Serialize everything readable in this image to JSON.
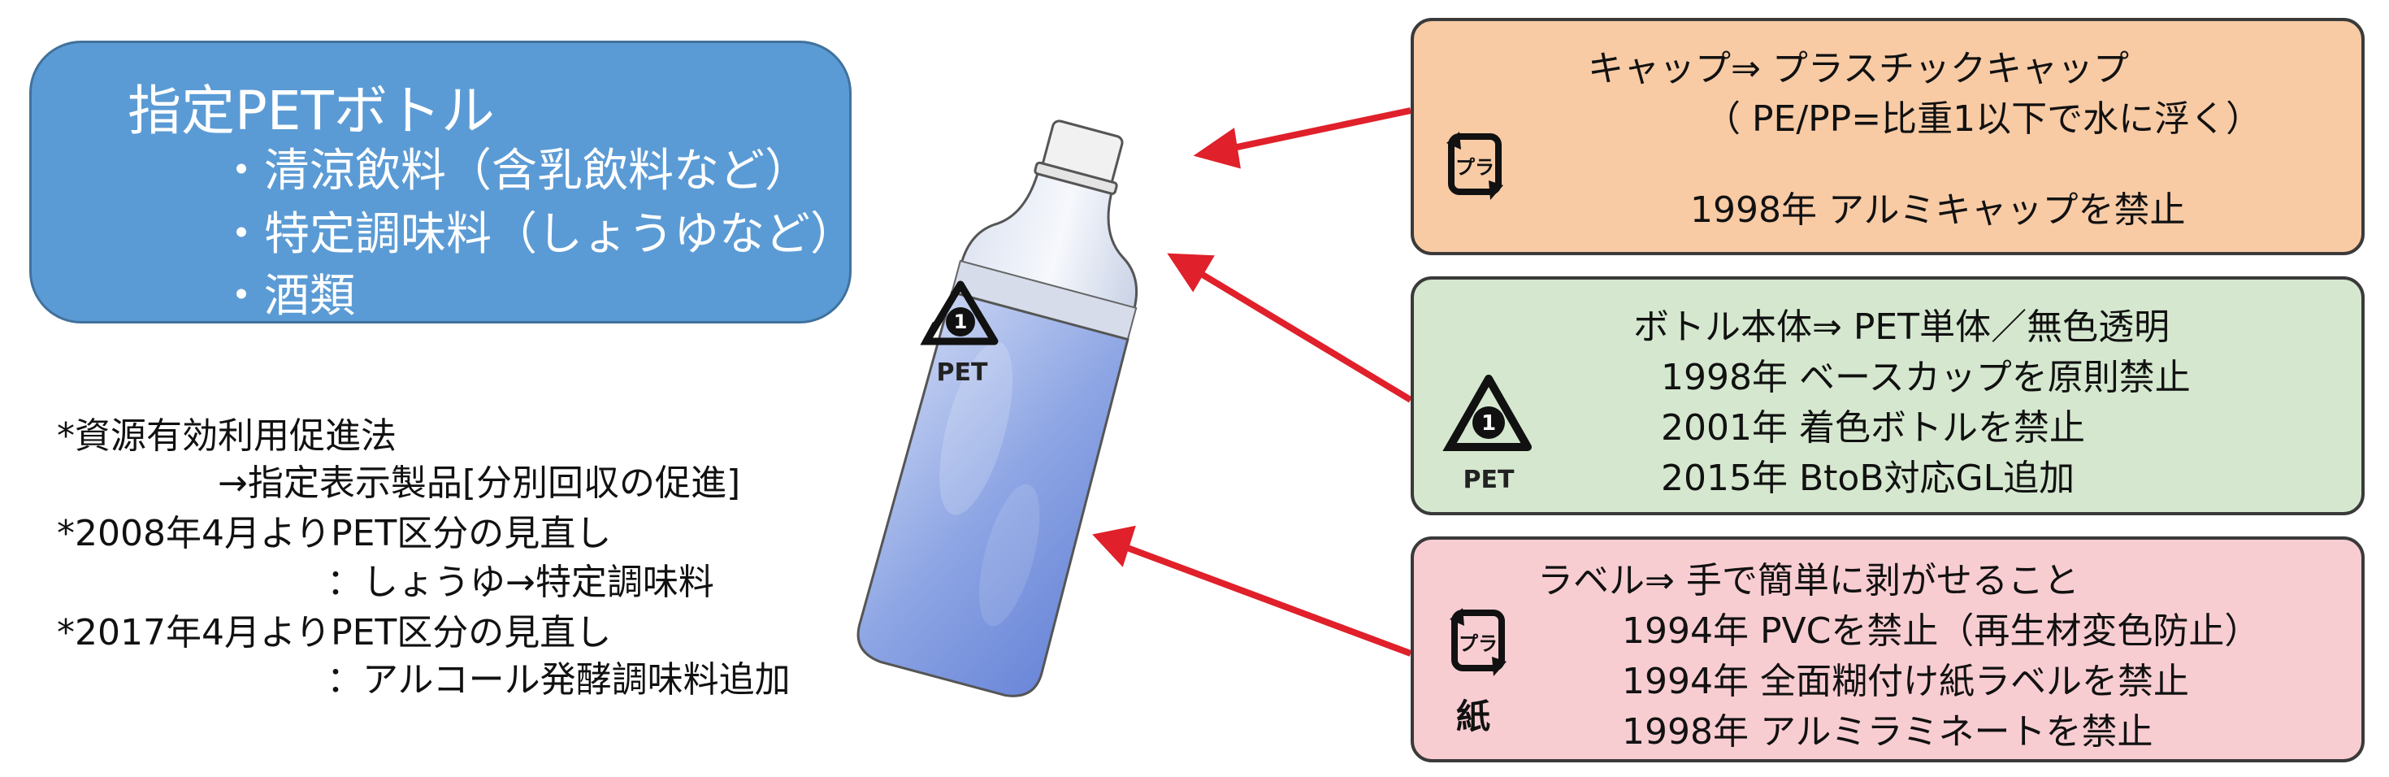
{
  "category_box": {
    "title": "指定PETボトル",
    "items": [
      "・清涼飲料（含乳飲料など）",
      "・特定調味料（しょうゆなど）",
      "・酒類"
    ]
  },
  "notes": [
    "*資源有効利用促進法",
    "→指定表示製品[分別回収の促進]",
    "*2008年4月よりPET区分の見直し",
    "：しょうゆ→特定調味料",
    "*2017年4月よりPET区分の見直し",
    "：アルコール発酵調味料追加"
  ],
  "bottle": {
    "mark_number": "1",
    "mark_label": "PET"
  },
  "cap_box": {
    "heading": "キャップ⇒ プラスチックキャップ",
    "subheading": "（ PE/PP=比重1以下で水に浮く）",
    "lines": [
      "1998年 アルミキャップを禁止"
    ],
    "icon": "pla-recycle-icon",
    "icon_text": "プラ"
  },
  "body_box": {
    "heading": "ボトル本体⇒ PET単体／無色透明",
    "lines": [
      "1998年 ベースカップを原則禁止",
      "2001年 着色ボトルを禁止",
      "2015年 BtoB対応GL追加"
    ],
    "icon": "pet-recycle-icon",
    "icon_number": "1",
    "icon_label": "PET"
  },
  "label_box": {
    "heading": "ラベル⇒ 手で簡単に剥がせること",
    "lines": [
      "1994年 PVCを禁止（再生材変色防止）",
      "1994年 全面糊付け紙ラベルを禁止",
      "1998年 アルミラミネートを禁止"
    ],
    "icon": "pla-recycle-icon",
    "icon_text": "プラ",
    "icon_label": "紙"
  },
  "colors": {
    "category_fill": "#5b9bd5",
    "cap_fill": "#f8cba5",
    "body_fill": "#d5e8cf",
    "label_fill": "#f8cdd2",
    "arrow": "#e0202a"
  }
}
